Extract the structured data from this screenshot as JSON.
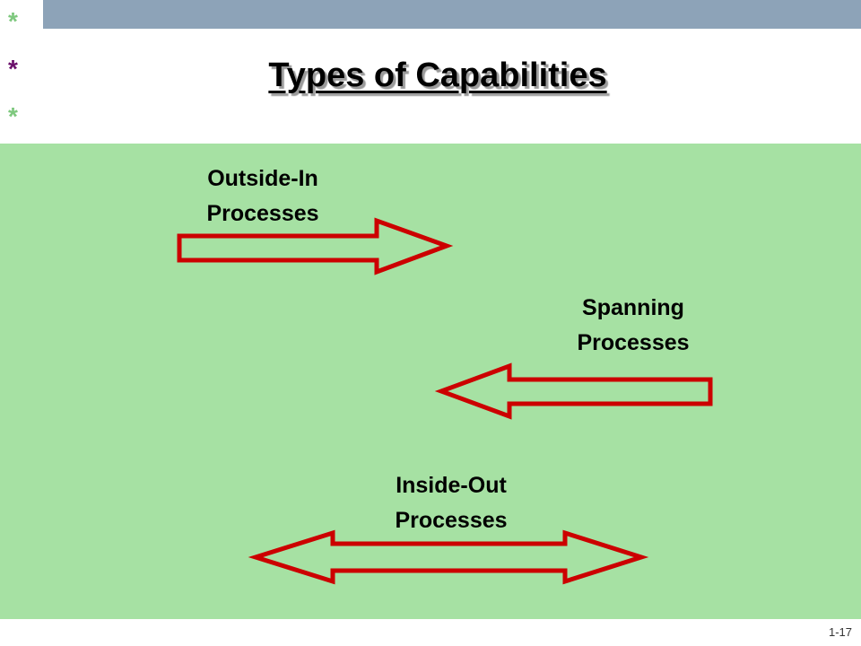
{
  "slide": {
    "title": "Types of Capabilities",
    "page_number": "1-17",
    "background_color": "#a6e1a3",
    "bar_color": "#8da3b8",
    "arrow_color": "#cc0000"
  },
  "decorations": {
    "stars": [
      {
        "glyph": "*",
        "color": "#7ec87e"
      },
      {
        "glyph": "*",
        "color": "#6a0f6a"
      },
      {
        "glyph": "*",
        "color": "#7ec87e"
      }
    ]
  },
  "processes": [
    {
      "label": "Outside-In\nProcesses",
      "direction": "right-arrow"
    },
    {
      "label": "Spanning\nProcesses",
      "direction": "left-arrow"
    },
    {
      "label": "Inside-Out\nProcesses",
      "direction": "double-arrow"
    }
  ]
}
